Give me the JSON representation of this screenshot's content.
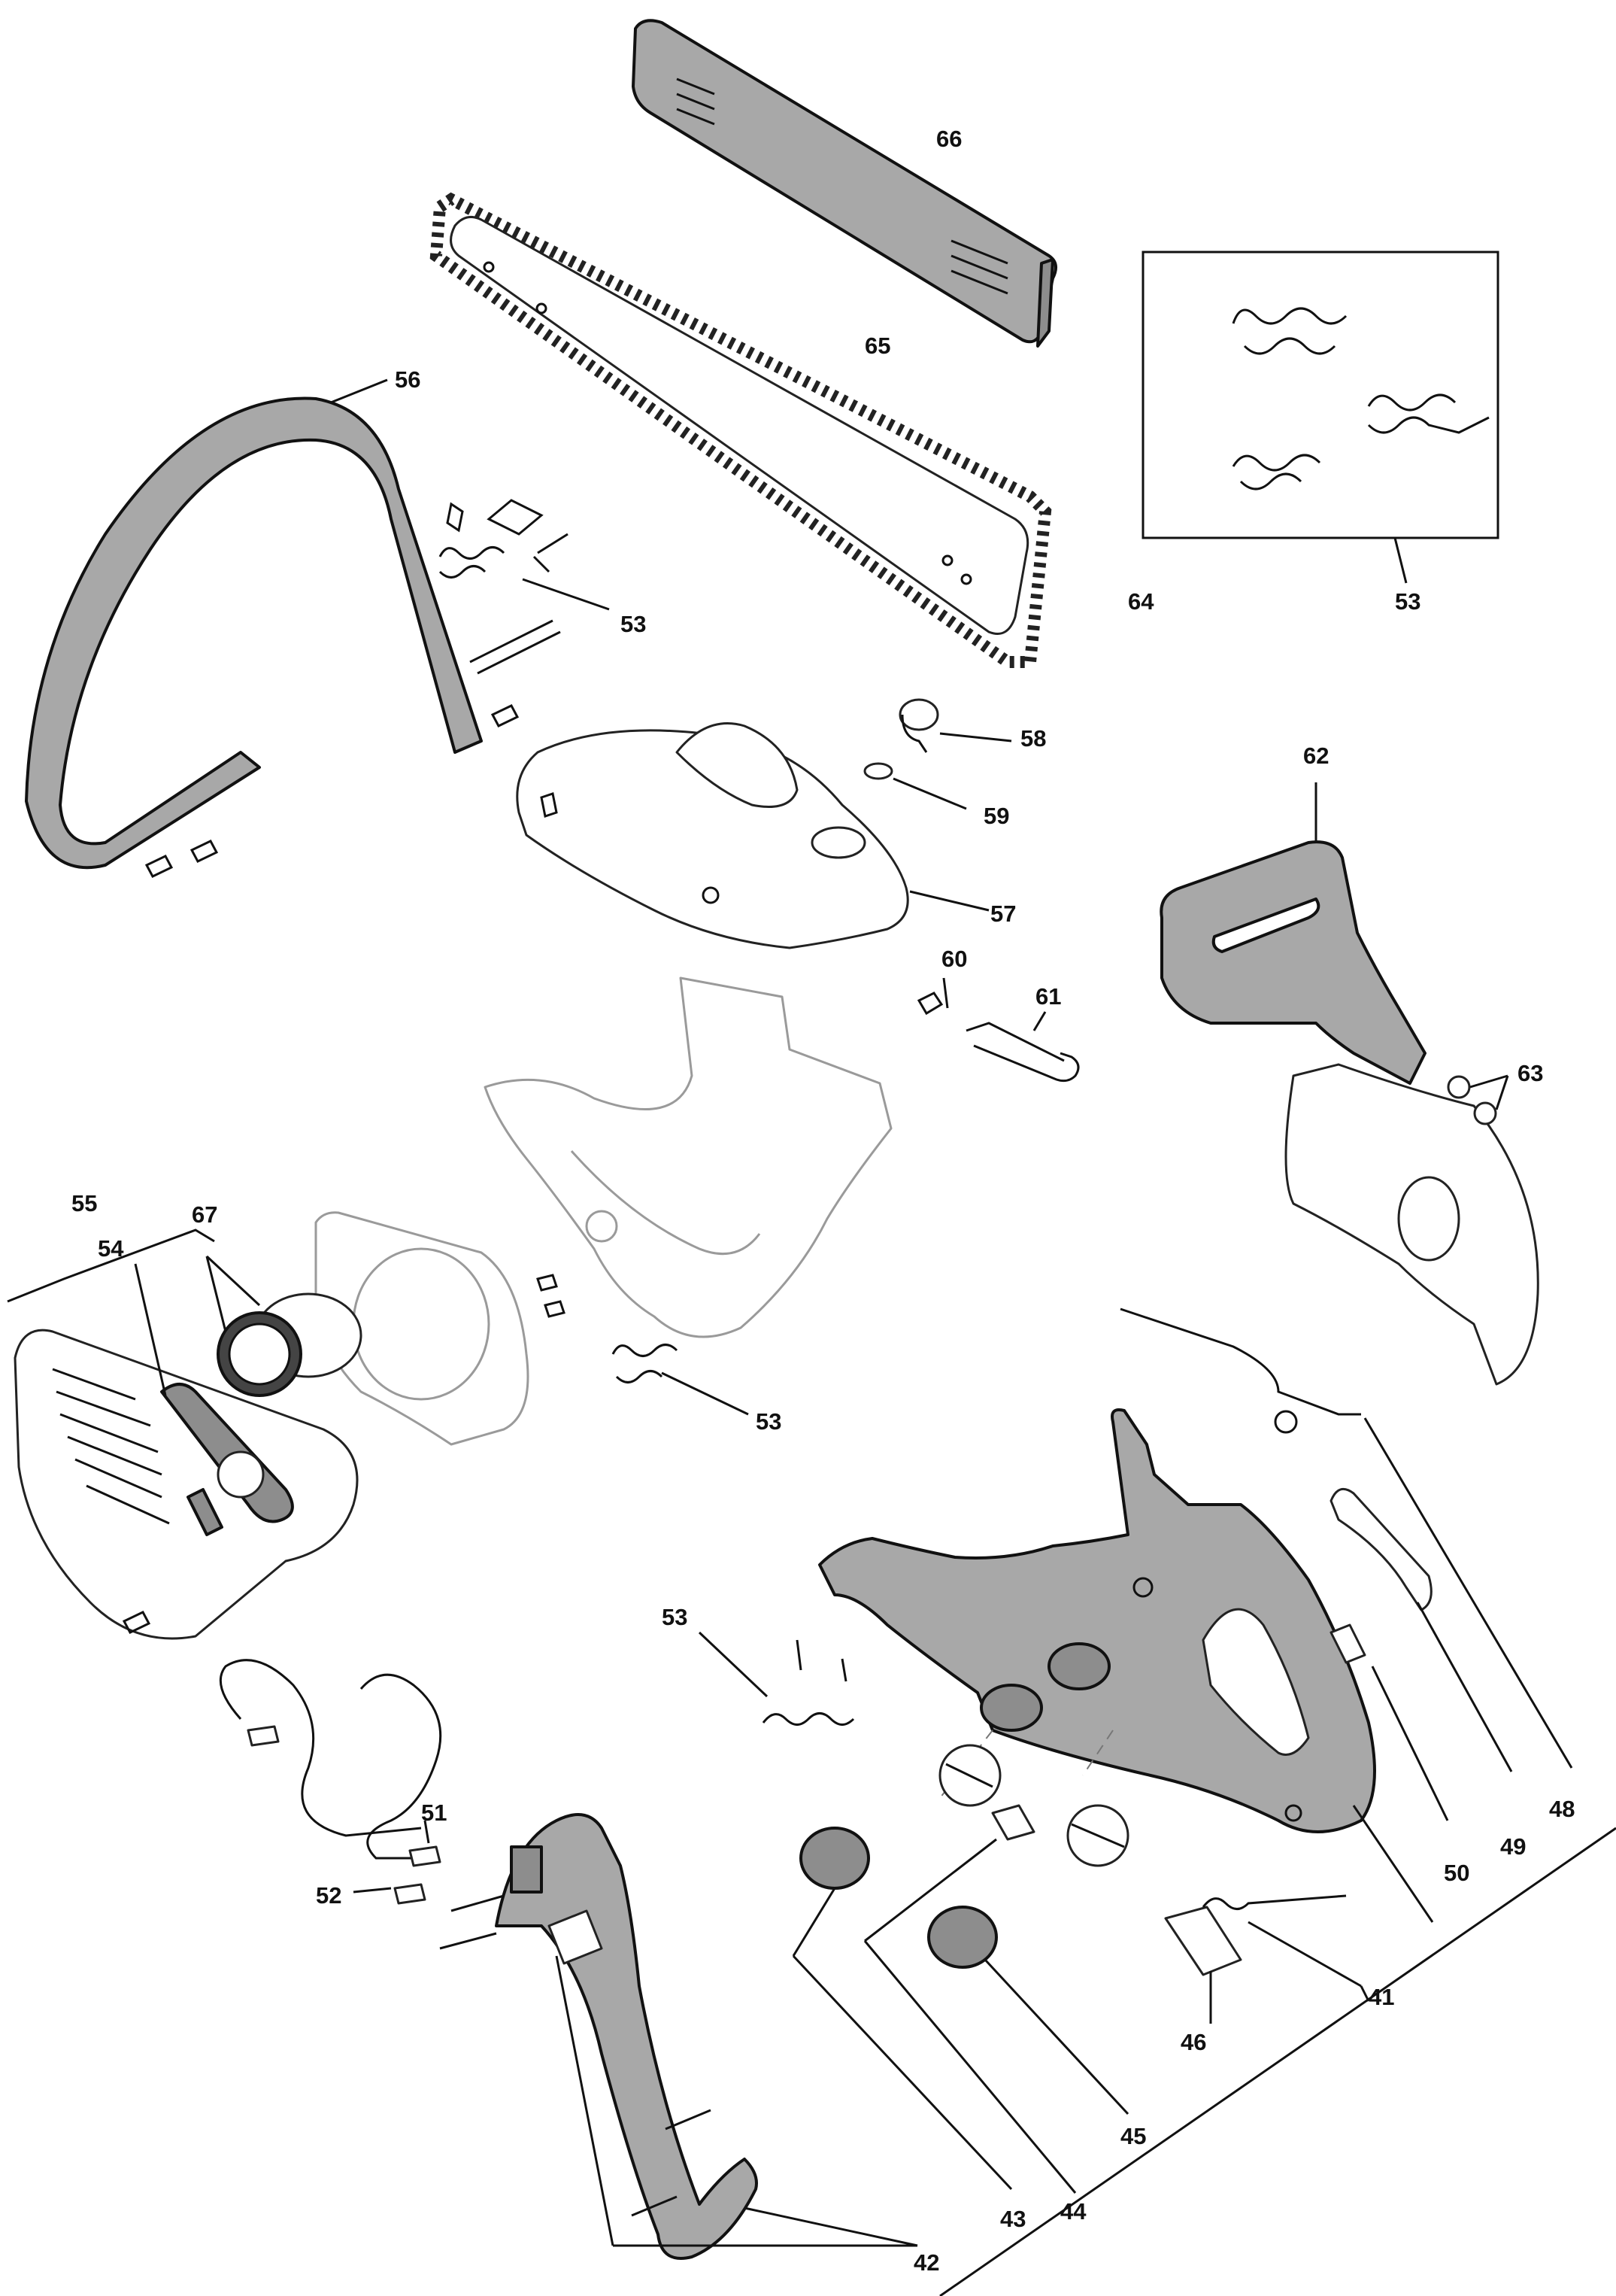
{
  "diagram": {
    "callouts": {
      "c66": "66",
      "c65": "65",
      "c56": "56",
      "c64": "64",
      "c53_inset": "53",
      "c53_handle": "53",
      "c53_cover": "53",
      "c53_lower": "53",
      "c58": "58",
      "c59": "59",
      "c57": "57",
      "c62": "62",
      "c60": "60",
      "c61": "61",
      "c63": "63",
      "c55": "55",
      "c54": "54",
      "c67": "67",
      "c51": "51",
      "c52": "52",
      "c48": "48",
      "c49": "49",
      "c50": "50",
      "c41": "41",
      "c46": "46",
      "c45": "45",
      "c44": "44",
      "c43": "43",
      "c42": "42"
    }
  },
  "colors": {
    "part_fill": "#a8a8a8",
    "part_dark": "#8d8d8d",
    "line": "#111111"
  }
}
